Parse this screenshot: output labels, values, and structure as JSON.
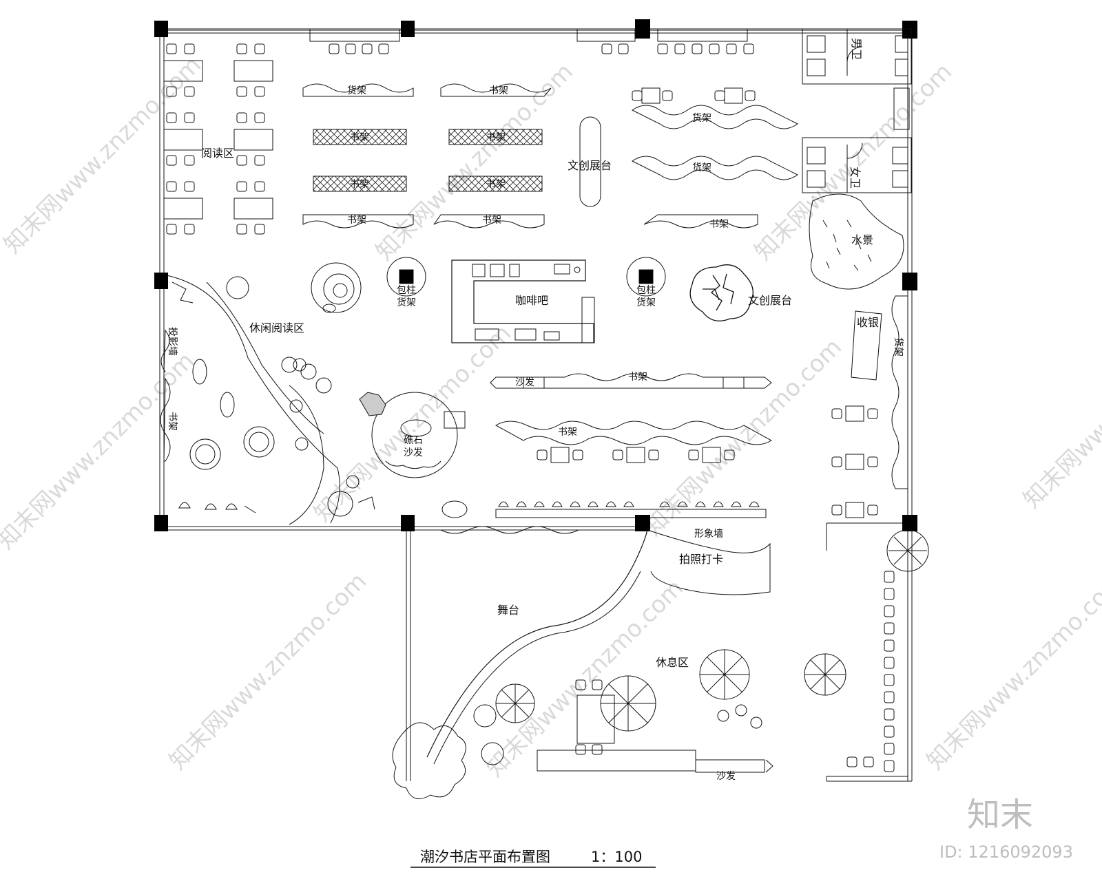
{
  "title": {
    "name": "潮汐书店平面布置图",
    "scale": "1：100"
  },
  "labels": {
    "reading_area": "阅读区",
    "shelf_goods": "货架",
    "shelf_books": "书架",
    "creative_display": "文创展台",
    "coffee_bar": "咖啡吧",
    "column_shelf_line1": "包柱",
    "column_shelf_line2": "货架",
    "leisure_reading": "休闲阅读区",
    "projection_wall": "投影墙",
    "reef_sofa_line1": "礁石",
    "reef_sofa_line2": "沙发",
    "sofa": "沙发",
    "male_wc": "男卫",
    "female_wc": "女卫",
    "water_feature": "水景",
    "cashier": "收银",
    "image_wall": "形象墙",
    "photo_spot": "拍照打卡",
    "stage": "舞台",
    "rest_area": "休息区"
  },
  "watermark": {
    "site": "知末网www.znzmo.com",
    "brand": "知末",
    "id": "ID: 1216092093"
  }
}
